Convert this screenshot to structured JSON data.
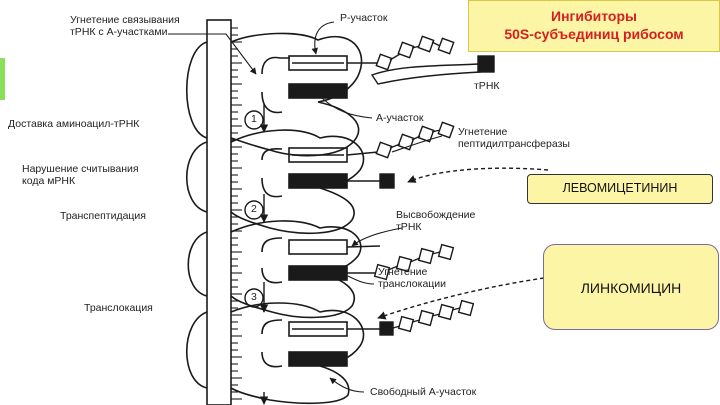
{
  "title": {
    "line1": "Ингибиторы",
    "line2": "50S-субъединиц рибосом"
  },
  "labels": {
    "inhibit_binding": "Угнетение связывания\nтРНК с А-участками",
    "p_site": "Р-участок",
    "trna": "тРНК",
    "a_site": "А-участок",
    "aminoacyl_delivery": "Доставка аминоацил-тРНК",
    "misreading": "Нарушение считывания\nкода мРНК",
    "inhibit_ptf": "Угнетение\nпептидилтрансферазы",
    "transpeptidation": "Транспептидация",
    "trna_release": "Высвобождение\nтРНК",
    "inhibit_translocation": "Угнетение\nтранслокации",
    "translocation": "Транслокация",
    "free_a_site": "Свободный А-участок"
  },
  "steps": [
    "1",
    "2",
    "3"
  ],
  "drugs": {
    "levomycetin": "ЛЕВОМИЦЕТИНИН",
    "lincomycin": "ЛИНКОМИЦИН"
  },
  "colors": {
    "title_text": "#d62020",
    "box_fill": "#fdf5a6",
    "line": "#1a1a1a"
  }
}
